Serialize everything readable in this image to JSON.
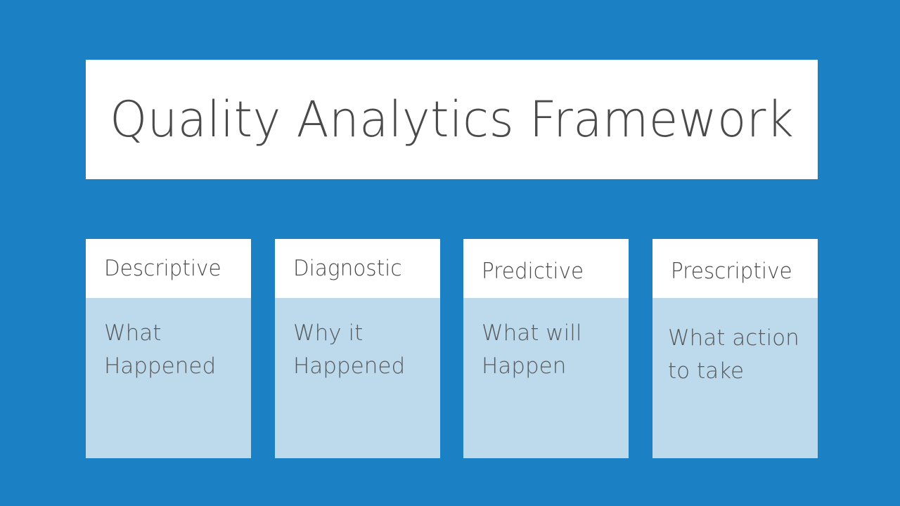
{
  "slide": {
    "background_color": "#1b81c4",
    "title": "Quality Analytics Framework",
    "title_band_color": "#ffffff",
    "title_text_color": "#4a4a4a",
    "card_header_color": "#ffffff",
    "card_body_color": "#bdd9ec",
    "card_text_color": "#58595b"
  },
  "cards": [
    {
      "header": "Descriptive",
      "body": "What\nHappened"
    },
    {
      "header": "Diagnostic",
      "body": "Why it\nHappened"
    },
    {
      "header": "Predictive",
      "body": "What will\nHappen"
    },
    {
      "header": "Prescriptive",
      "body": "What action\nto take"
    }
  ]
}
